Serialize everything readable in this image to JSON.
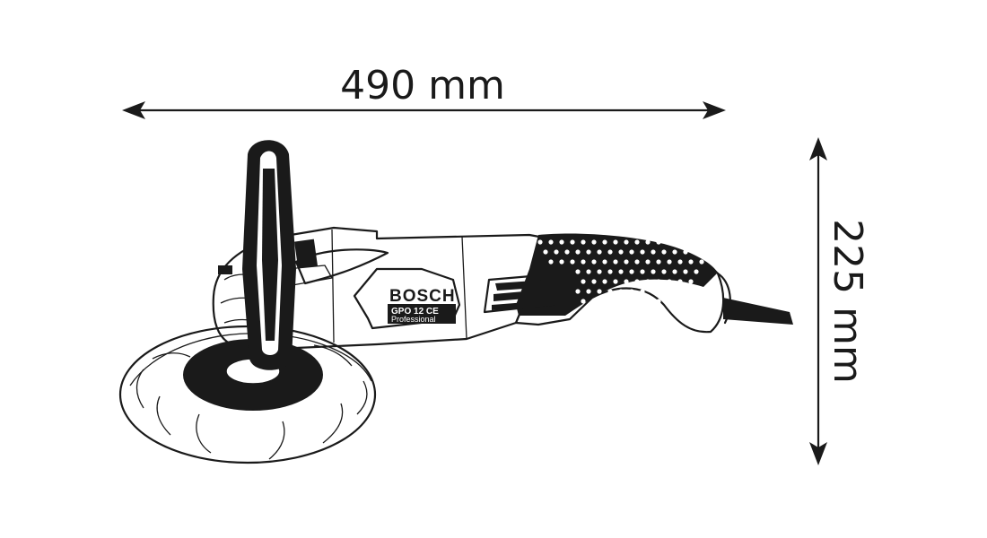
{
  "dimensions": {
    "length_label": "490 mm",
    "height_label": "225 mm"
  },
  "product": {
    "brand": "BOSCH",
    "model": "GPO 12 CE",
    "line": "Professional"
  },
  "colors": {
    "line": "#1a1a1a",
    "background": "#ffffff"
  }
}
